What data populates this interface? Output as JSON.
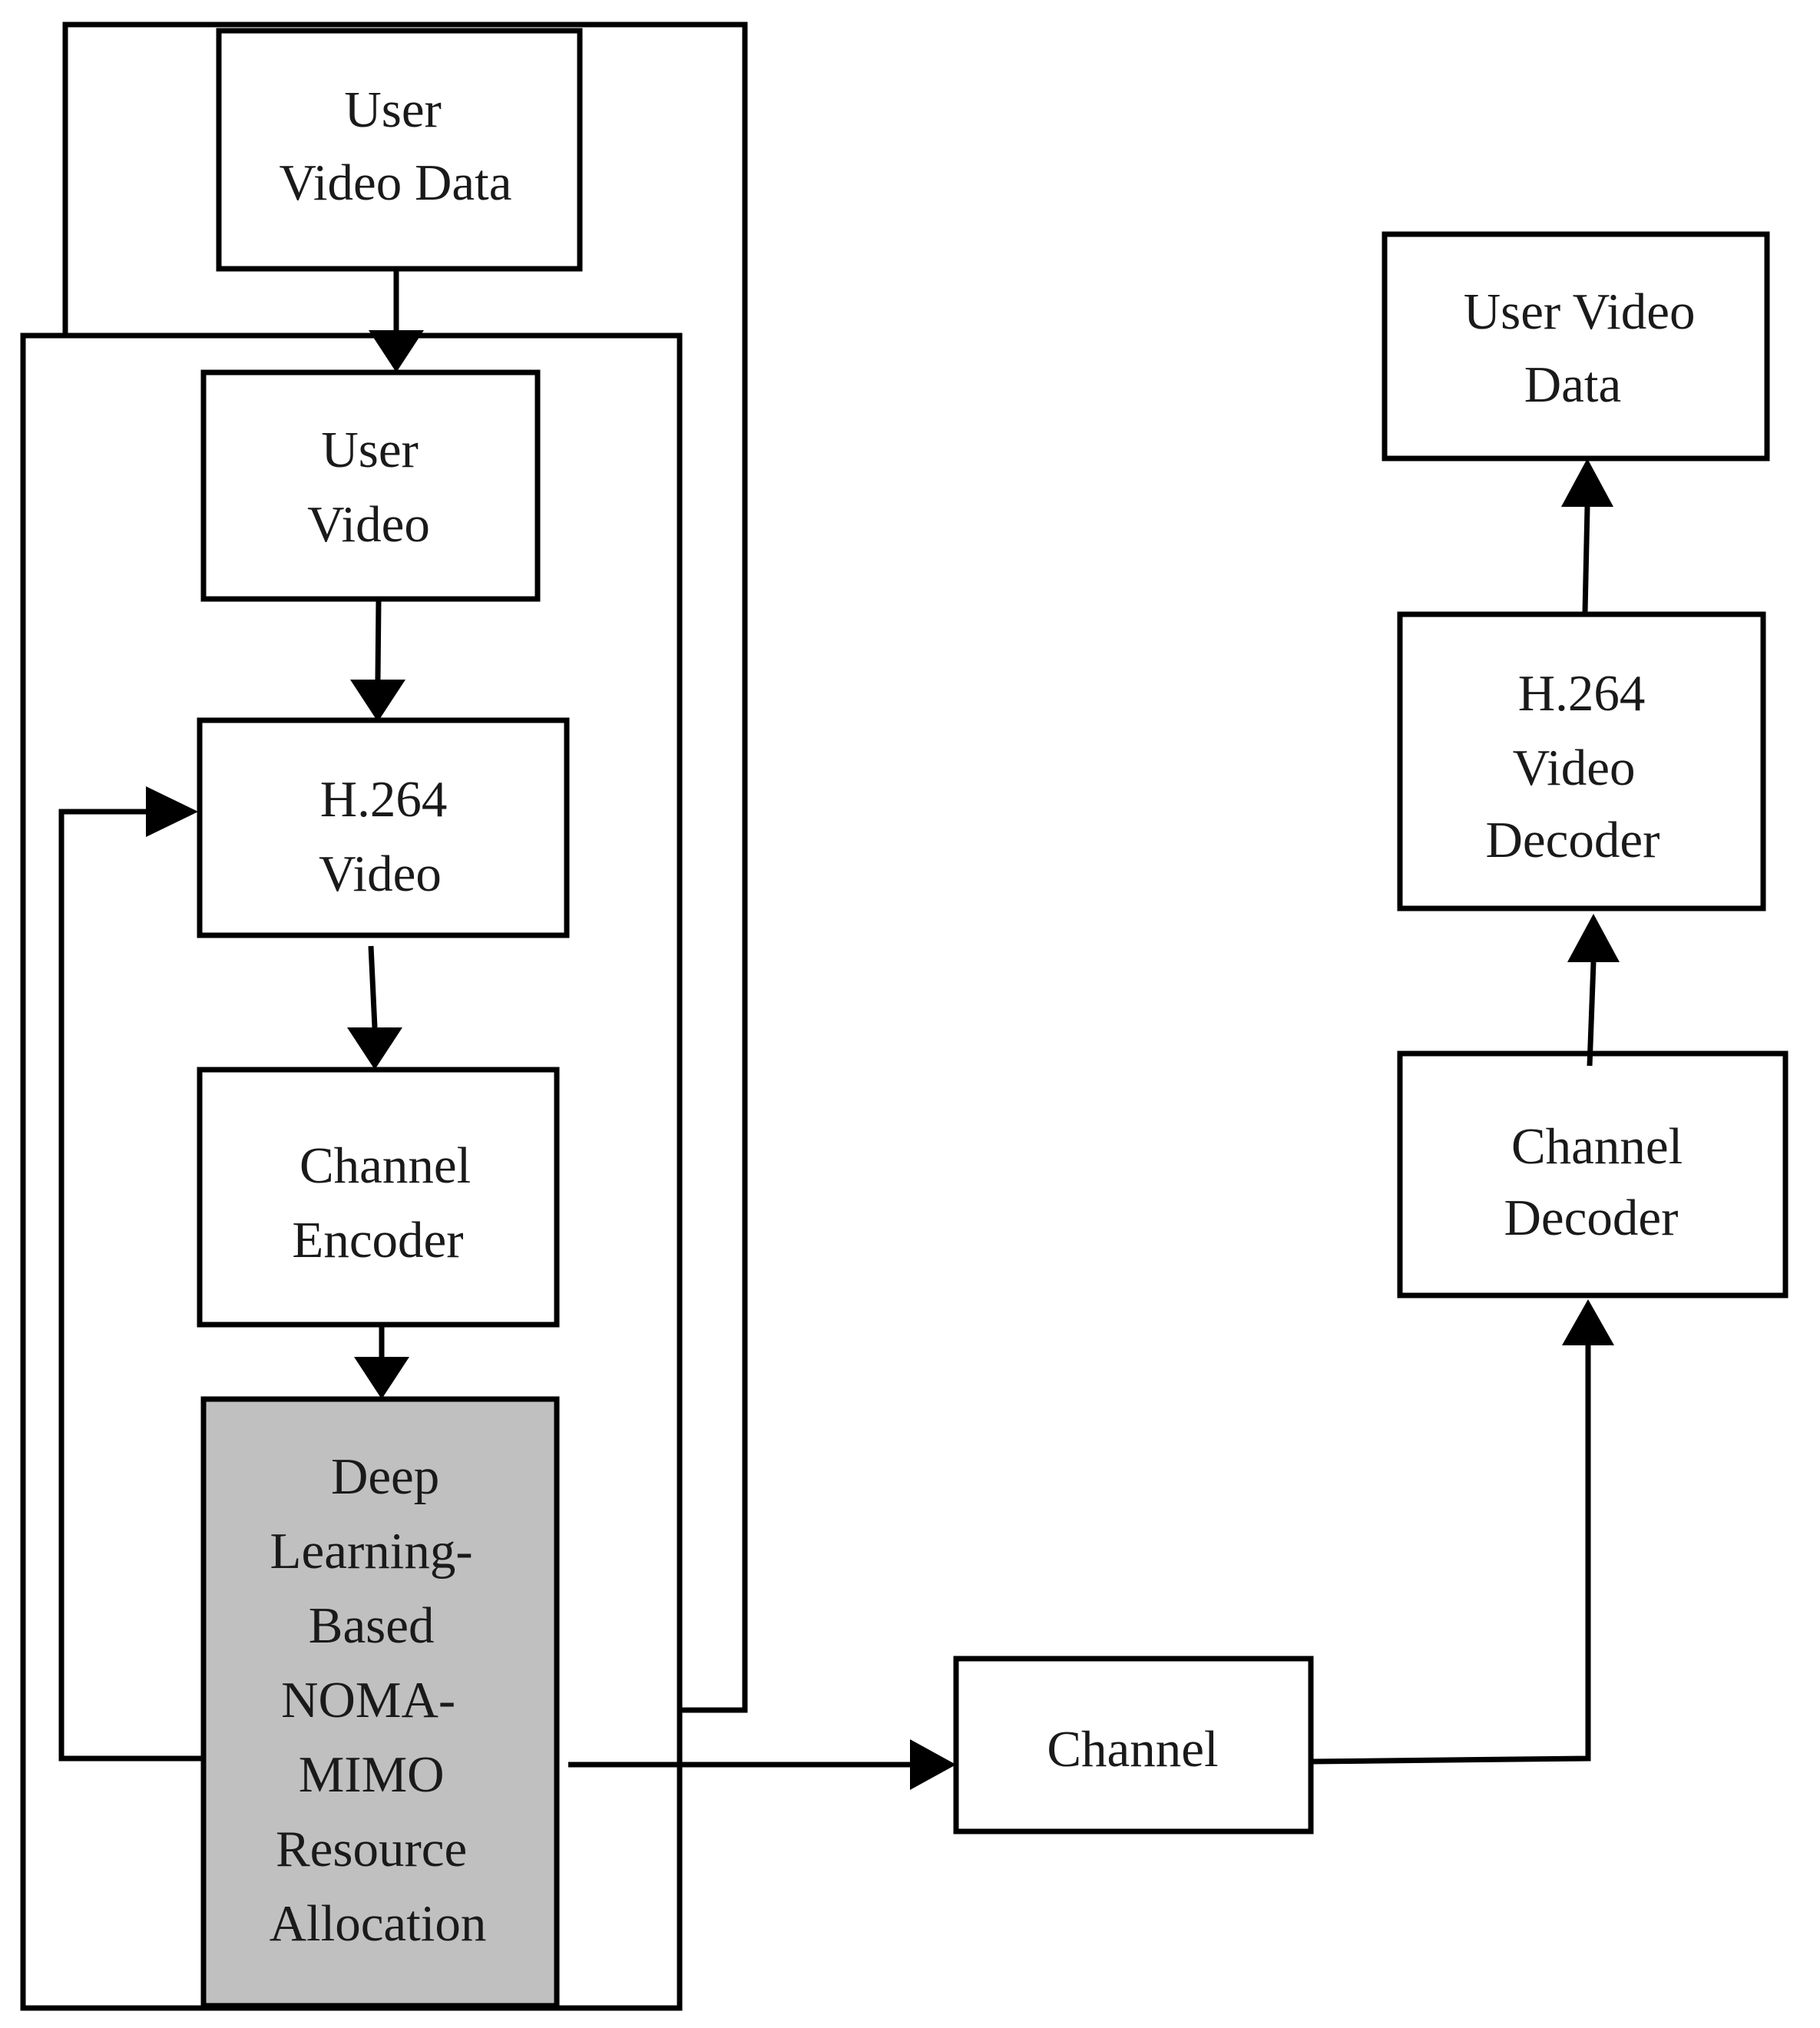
{
  "diagram": {
    "colors": {
      "line": "#000000",
      "box_fill": "#ffffff",
      "highlight_fill": "#c0c0c0",
      "text": "#1a1a1a"
    },
    "transmitter": {
      "user_video_data": {
        "lines": [
          "User",
          "Video Data"
        ]
      },
      "user_video": {
        "lines": [
          "User",
          "Video"
        ]
      },
      "h264_video": {
        "lines": [
          "H.264",
          "Video"
        ]
      },
      "channel_encoder": {
        "lines": [
          "Channel",
          "Encoder"
        ]
      },
      "resource_allocation": {
        "lines": [
          "Deep",
          "Learning-",
          "Based",
          "NOMA-",
          "MIMO",
          "Resource",
          "Allocation"
        ]
      }
    },
    "channel": {
      "lines": [
        "Channel"
      ]
    },
    "receiver": {
      "channel_decoder": {
        "lines": [
          "Channel",
          "Decoder"
        ]
      },
      "h264_video_decoder": {
        "lines": [
          "H.264",
          "Video",
          "Decoder"
        ]
      },
      "user_video_data": {
        "lines": [
          "User Video",
          "Data"
        ]
      }
    }
  }
}
